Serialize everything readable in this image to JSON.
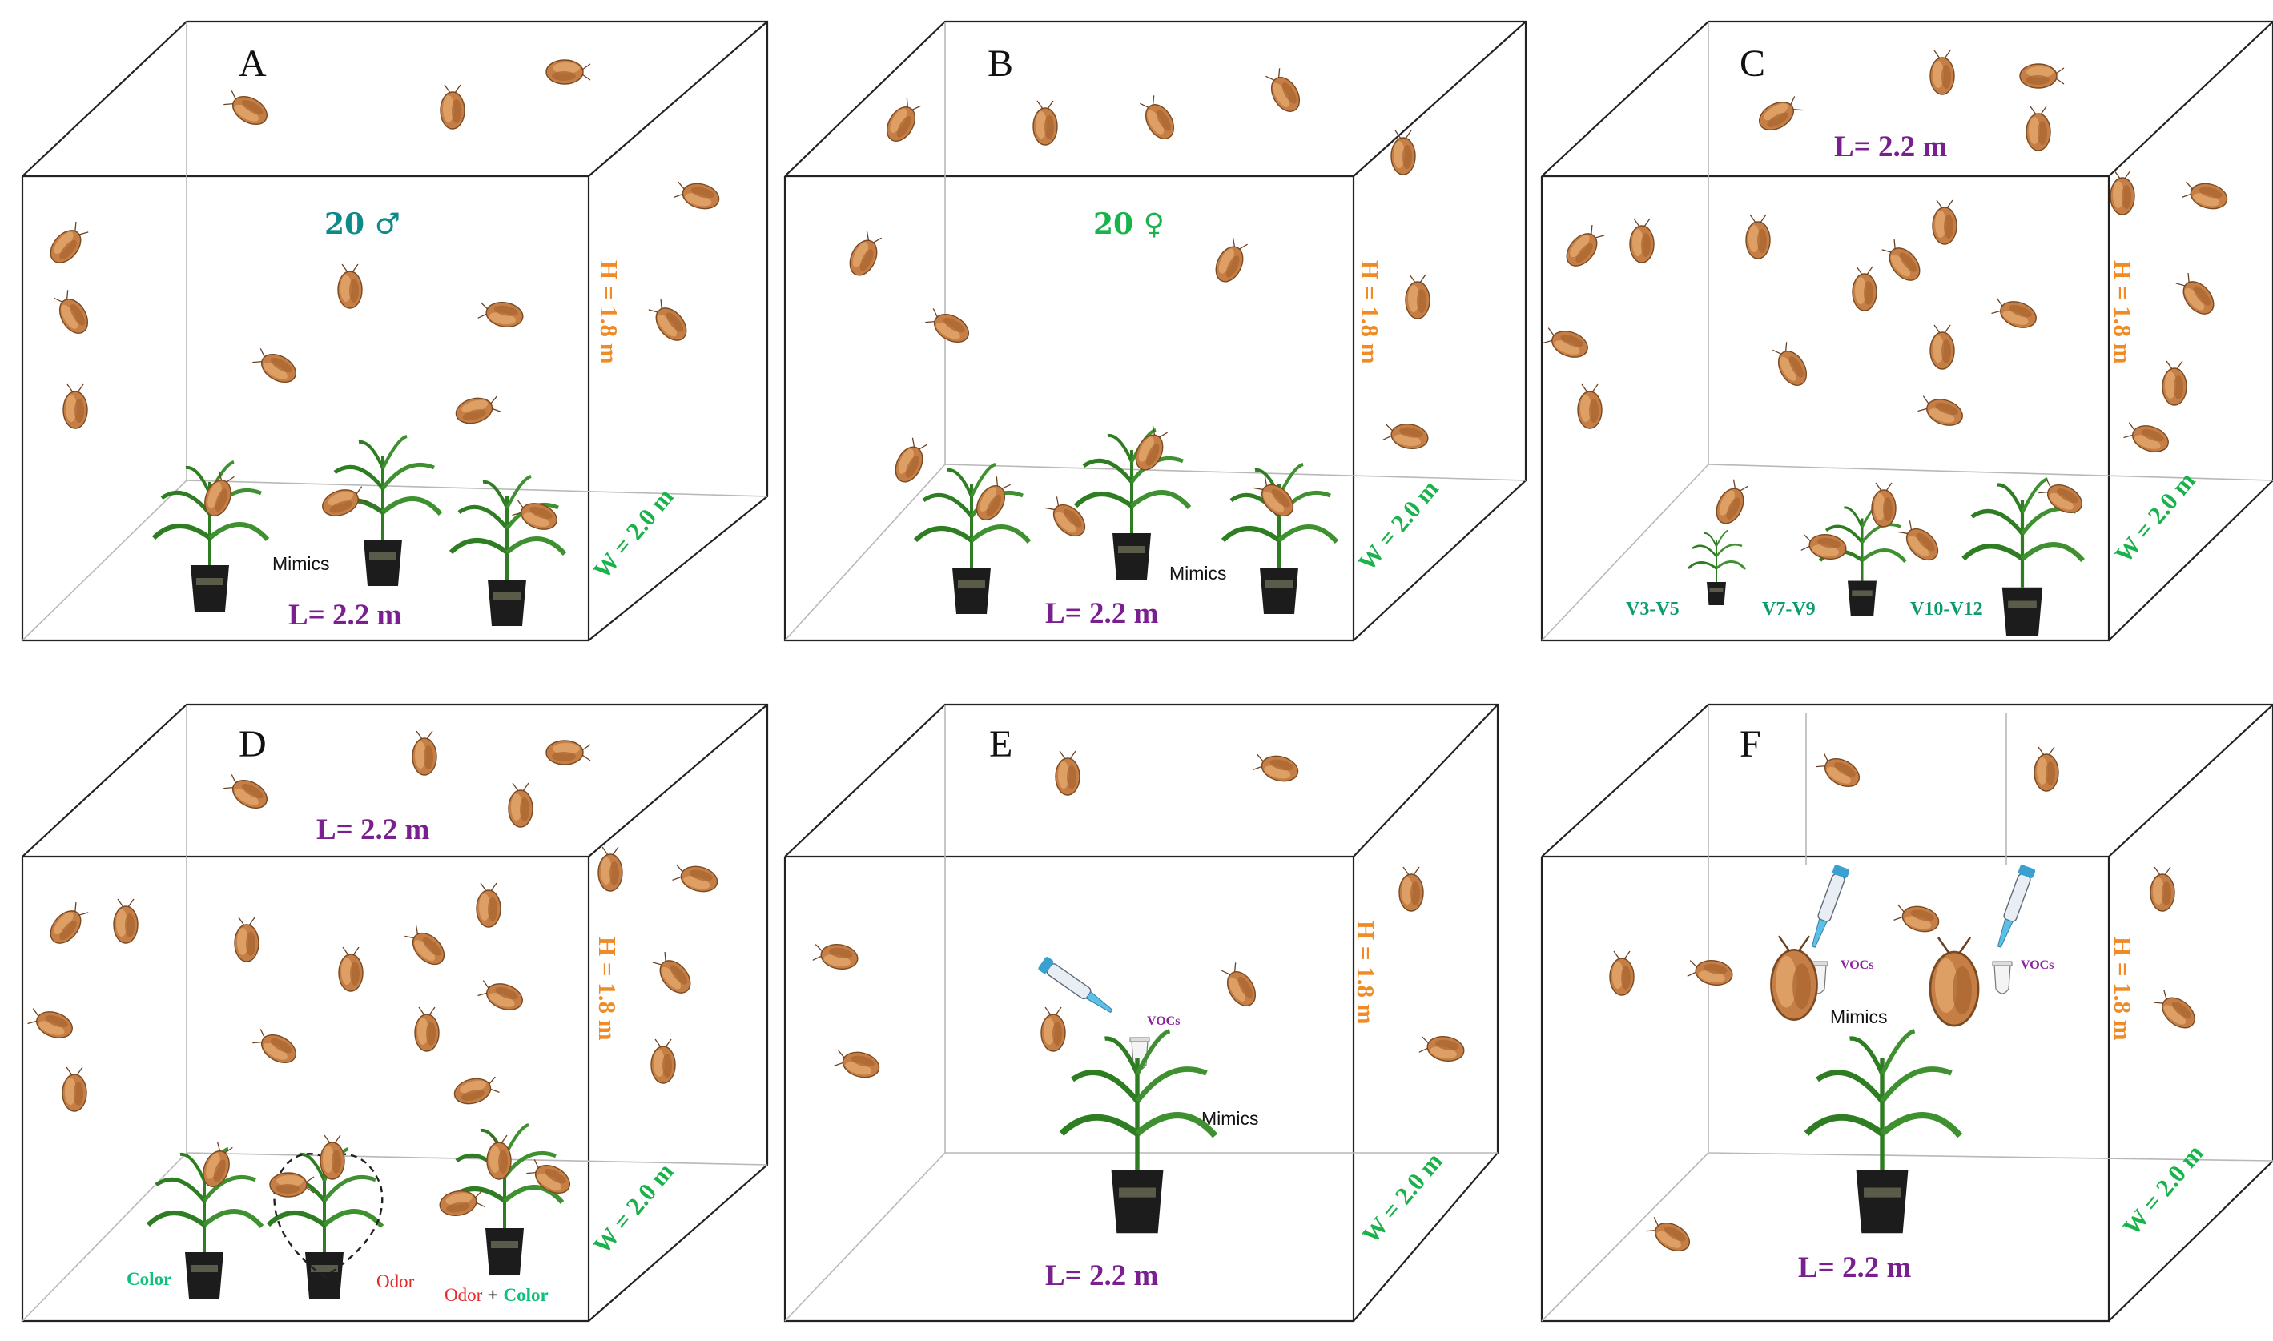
{
  "panels": [
    {
      "letter": "A",
      "sex_label": "20 ♂",
      "length": "L= 2.2 m",
      "height": "H = 1.8 m",
      "width": "W = 2.0 m",
      "mimics": "Mimics"
    },
    {
      "letter": "B",
      "sex_label": "20 ♀",
      "length": "L= 2.2 m",
      "height": "H = 1.8 m",
      "width": "W = 2.0 m",
      "mimics": "Mimics"
    },
    {
      "letter": "C",
      "length": "L= 2.2 m",
      "height": "H = 1.8 m",
      "width": "W = 2.0 m",
      "stages": [
        "V3-V5",
        "V7-V9",
        "V10-V12"
      ]
    },
    {
      "letter": "D",
      "length": "L= 2.2 m",
      "height": "H = 1.8 m",
      "width": "W = 2.0 m",
      "color": "Color",
      "odor": "Odor",
      "odor_plus": "Odor",
      "plus": " + ",
      "color_plus": "Color"
    },
    {
      "letter": "E",
      "length": "L= 2.2 m",
      "height": "H = 1.8 m",
      "width": "W = 2.0 m",
      "mimics": "Mimics",
      "vocs": "VOCs"
    },
    {
      "letter": "F",
      "length": "L= 2.2 m",
      "height": "H = 1.8 m",
      "width": "W = 2.0 m",
      "mimics": "Mimics",
      "vocs": "VOCs"
    }
  ],
  "colors": {
    "length_label": "#7a1f8f",
    "height_label": "#f08a24",
    "width_label": "#19b24b",
    "moth": "#c9834a",
    "plant_leaf": "#2f7d22",
    "pot": "#1c1c1c"
  }
}
